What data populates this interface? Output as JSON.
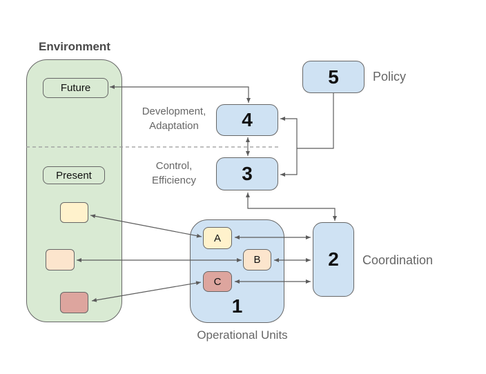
{
  "colors": {
    "environment_fill": "#d9ead3",
    "blue_fill": "#cfe2f3",
    "yellow_fill": "#fff2cc",
    "peach_fill": "#fce5cd",
    "salmon_fill": "#dda59e",
    "box_border": "#666666",
    "label_gray": "#666666",
    "arrow_color": "#5c5c5c"
  },
  "environment": {
    "title": "Environment",
    "future_label": "Future",
    "present_label": "Present"
  },
  "systems": {
    "s1": "1",
    "s2": "2",
    "s3": "3",
    "s4": "4",
    "s5": "5"
  },
  "units": {
    "a": "A",
    "b": "B",
    "c": "C"
  },
  "labels": {
    "policy": "Policy",
    "coordination": "Coordination",
    "operational_units": "Operational Units",
    "development_line1": "Development,",
    "development_line2": "Adaptation",
    "control_line1": "Control,",
    "control_line2": "Efficiency"
  }
}
